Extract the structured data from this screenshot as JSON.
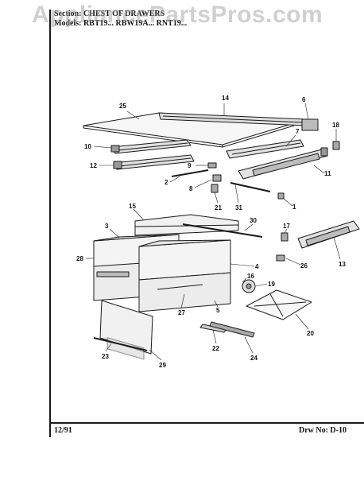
{
  "header": {
    "section_line": "Section: CHEST OF DRAWERS",
    "models_line": "Models: RBT19... RBW19A... RNT19..."
  },
  "watermark": "AppliancePartsPros.com",
  "footer": {
    "date": "12/91",
    "drawing_no": "Drw No: D-10"
  },
  "callouts": [
    "14",
    "25",
    "6",
    "18",
    "10",
    "7",
    "12",
    "9",
    "11",
    "2",
    "8",
    "21",
    "31",
    "1",
    "15",
    "30",
    "3",
    "17",
    "28",
    "4",
    "26",
    "13",
    "16",
    "19",
    "5",
    "27",
    "20",
    "22",
    "23",
    "29",
    "24"
  ]
}
